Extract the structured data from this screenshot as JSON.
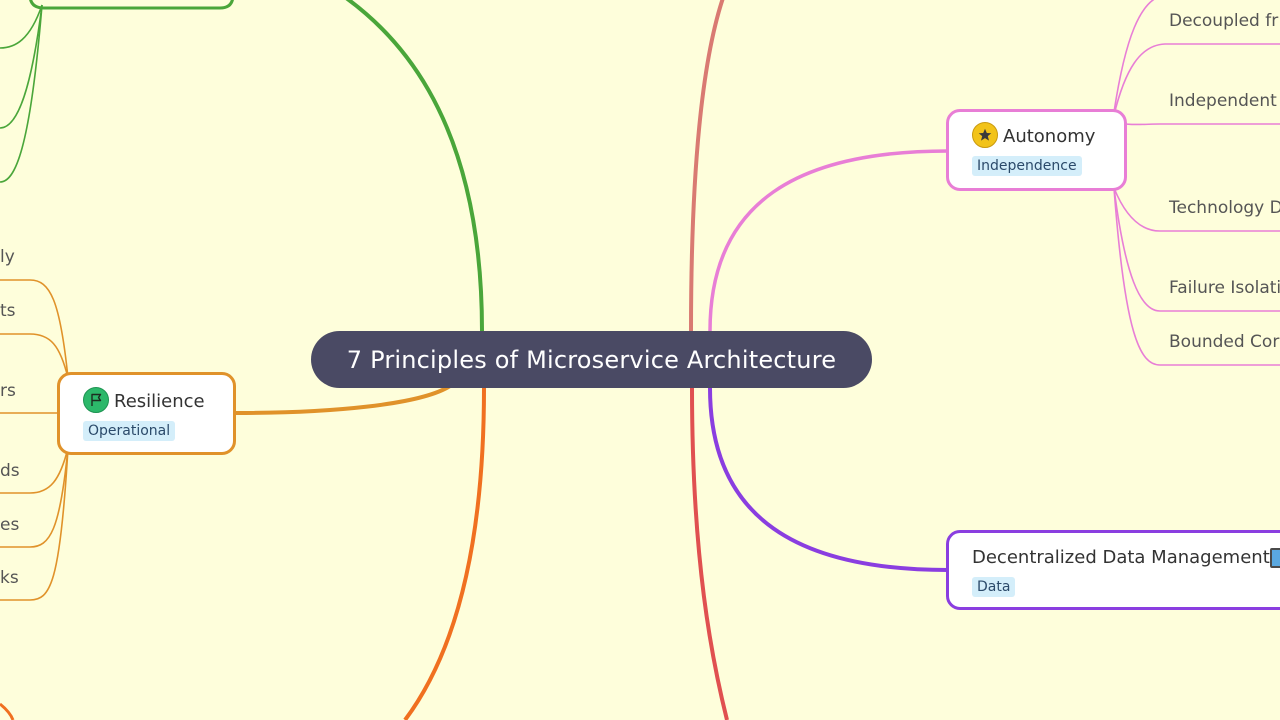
{
  "root": {
    "title": "7 Principles of Microservice Architecture"
  },
  "topics": {
    "autonomy": {
      "title": "Autonomy",
      "tag": "Independence",
      "marker": "star-icon",
      "color": "#e87ed6",
      "children": [
        "Decoupled fr",
        "Independent",
        "Technology D",
        "Failure Isolati",
        "Bounded Cor"
      ]
    },
    "resilience": {
      "title": "Resilience",
      "tag": "Operational",
      "marker": "flag-icon",
      "color": "#e0922a",
      "children": [
        "ly",
        "ts",
        "rs",
        "ds",
        "es",
        "ks"
      ]
    },
    "data": {
      "title": "Decentralized Data Management",
      "tag": "Data",
      "marker": "database-icon",
      "color": "#8a3ee0"
    }
  },
  "colors": {
    "background": "#fefedb",
    "root": "#4a4a64",
    "green_branch": "#4aa63a",
    "orange_branch": "#f07020",
    "red_branch": "#e05050",
    "salmon_branch": "#d97a72"
  }
}
